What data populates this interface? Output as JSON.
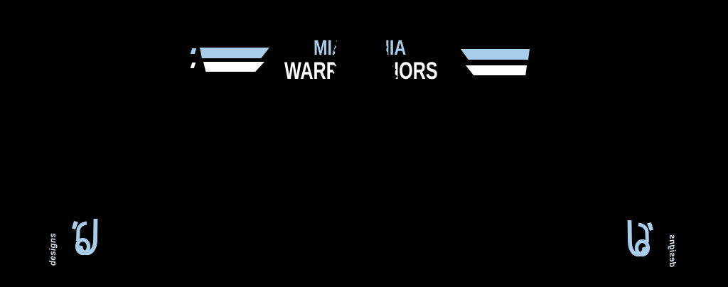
{
  "canvas": {
    "background_color": "#000000",
    "description_colors": {
      "accent_blue": "#a8cdeb",
      "white": "#ffffff"
    }
  },
  "team_name": {
    "line1": {
      "left_fragment": "MIA",
      "right_fragment": "NIA",
      "color": "#a8cdeb"
    },
    "line2": {
      "left_fragment": "WARR",
      "right_fragment": "RIORS",
      "color": "#ffffff"
    }
  },
  "stripes": {
    "top_stripe_color": "#a8cdeb",
    "bottom_stripe_color": "#ffffff"
  },
  "brand": {
    "wordmark": "designs",
    "monogram_icon": "cg-monogram",
    "accent_color": "#a8cdeb",
    "wordmark_color": "#dcebf8"
  }
}
